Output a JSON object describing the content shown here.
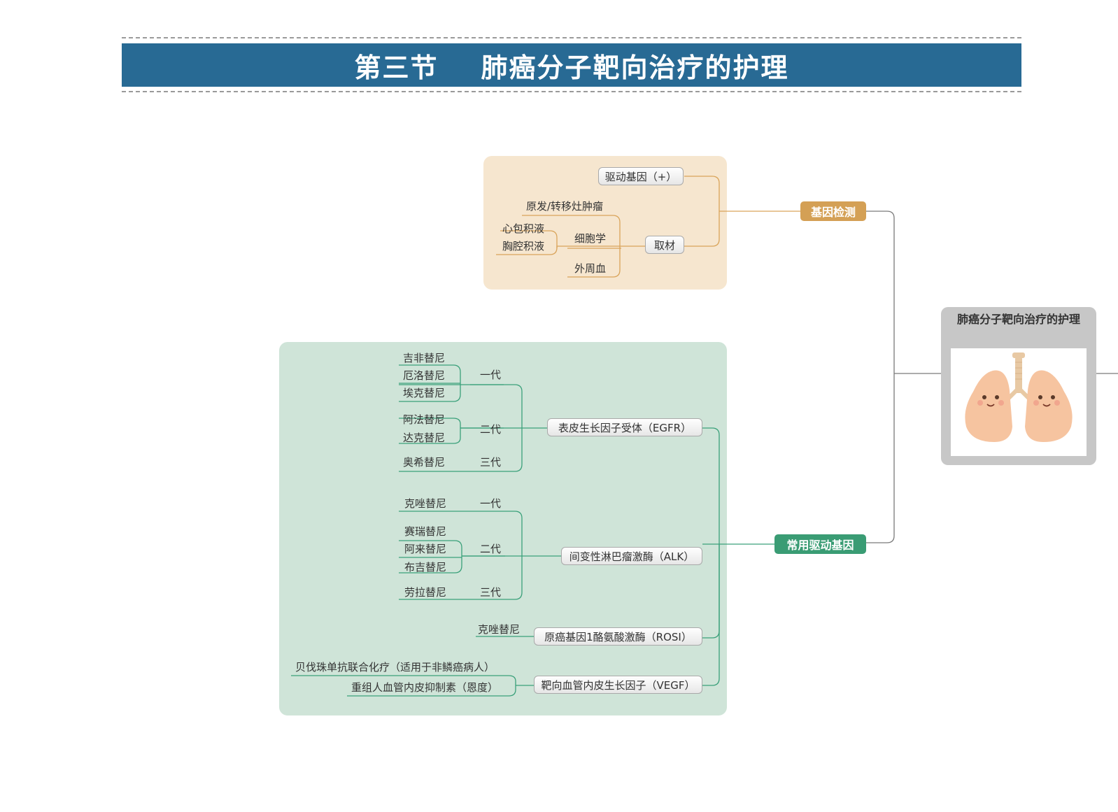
{
  "header": {
    "title": "第三节    肺癌分子靶向治疗的护理"
  },
  "root": {
    "title": "肺癌分子靶向治疗的护理"
  },
  "gene_detection": {
    "label": "基因检测",
    "driver": "驱动基因（+）",
    "sampling": "取材",
    "tumor": "原发/转移灶肿瘤",
    "cytology": "细胞学",
    "pericardial": "心包积液",
    "pleural": "胸腔积液",
    "blood": "外周血"
  },
  "driver_genes": {
    "label": "常用驱动基因",
    "egfr": {
      "label": "表皮生长因子受体（EGFR）",
      "gen1": "一代",
      "gen2": "二代",
      "gen3": "三代",
      "gen1_drugs": [
        "吉非替尼",
        "厄洛替尼",
        "埃克替尼"
      ],
      "gen2_drugs": [
        "阿法替尼",
        "达克替尼"
      ],
      "gen3_drugs": [
        "奥希替尼"
      ]
    },
    "alk": {
      "label": "间变性淋巴瘤激酶（ALK）",
      "gen1": "一代",
      "gen2": "二代",
      "gen3": "三代",
      "gen1_drugs": [
        "克唑替尼"
      ],
      "gen2_drugs": [
        "赛瑞替尼",
        "阿来替尼",
        "布吉替尼"
      ],
      "gen3_drugs": [
        "劳拉替尼"
      ]
    },
    "ros1": {
      "label": "原癌基因1酪氨酸激酶（ROSI）",
      "drug": "克唑替尼"
    },
    "vegf": {
      "label": "靶向血管内皮生长因子（VEGF）",
      "drugs": [
        "贝伐珠单抗联合化疗（适用于非鳞癌病人）",
        "重组人血管内皮抑制素（恩度）"
      ]
    }
  },
  "colors": {
    "title_bg": "#286a94",
    "orange": "#d4a055",
    "green": "#3a9c74"
  }
}
